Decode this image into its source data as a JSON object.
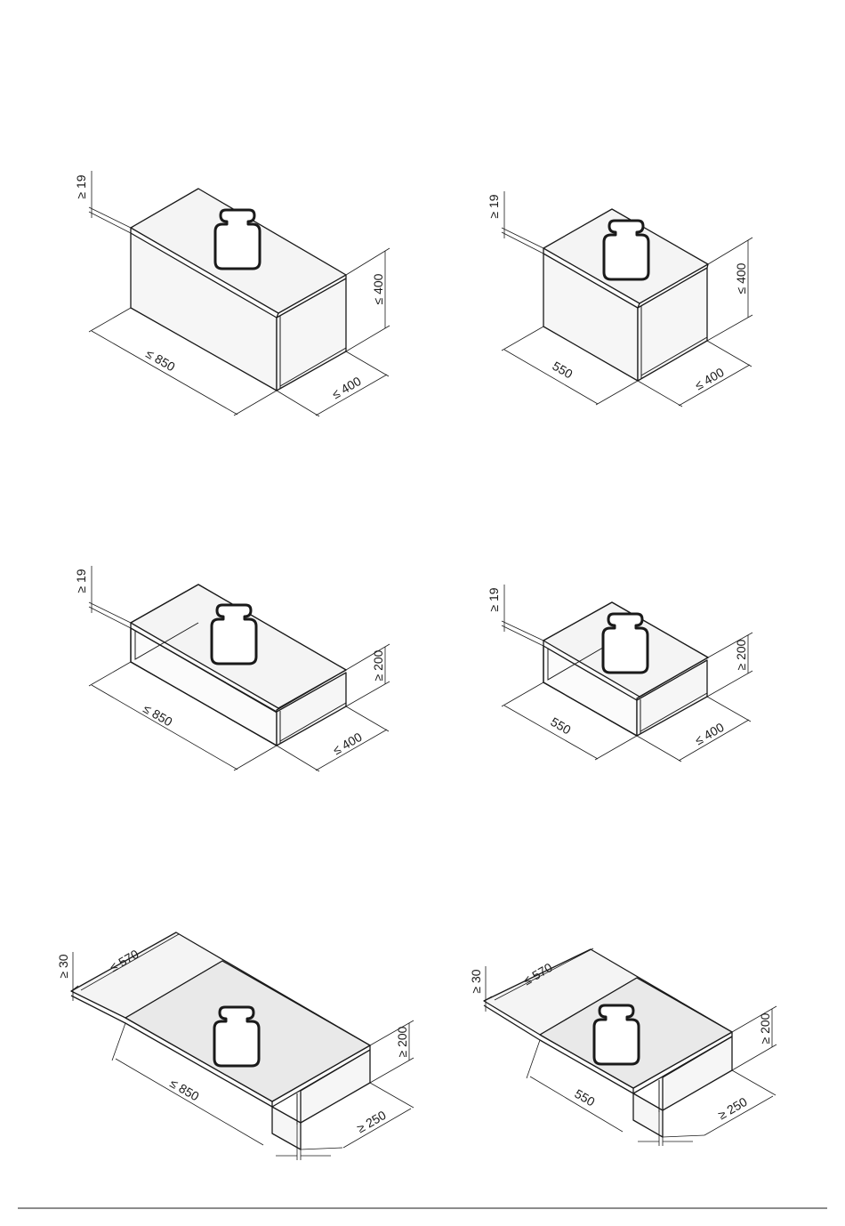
{
  "figures": [
    {
      "id": "fig1",
      "depth": "≤ 400",
      "width": "≤ 850",
      "height": "≤ 400",
      "thickness": "≥ 19"
    },
    {
      "id": "fig2",
      "depth": "≤ 400",
      "width": "550",
      "height": "≤ 400",
      "thickness": "≥ 19"
    },
    {
      "id": "fig3",
      "depth": "≤ 400",
      "width": "≤ 850",
      "height": "≥ 200",
      "thickness": "≥ 19"
    },
    {
      "id": "fig4",
      "depth": "≤ 400",
      "width": "550",
      "height": "≥ 200",
      "thickness": "≥ 19"
    },
    {
      "id": "fig5",
      "depth": "≥ 250",
      "width": "≤ 850",
      "height": "≥ 200",
      "thickness": "≥ 30",
      "span": "≤ 570"
    },
    {
      "id": "fig6",
      "depth": "≥ 250",
      "width": "550",
      "height": "≥ 200",
      "thickness": "≥ 30",
      "span": "≤ 570"
    }
  ],
  "icons": {
    "load": "weight-icon"
  }
}
